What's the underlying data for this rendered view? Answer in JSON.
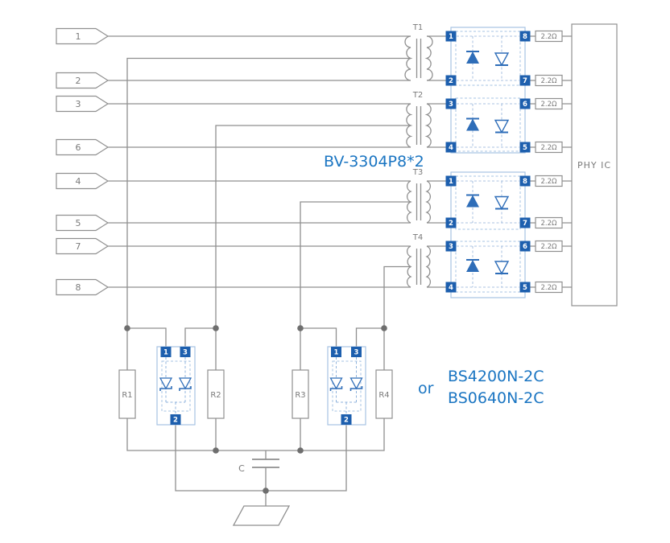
{
  "labels": {
    "bv_part": "BV-3304P8*2",
    "or": "or",
    "bs_part_line1": "BS4200N-2C",
    "bs_part_line2": "BS0640N-2C",
    "phy": "PHY IC",
    "capacitor": "C"
  },
  "connectors": [
    {
      "label": "1"
    },
    {
      "label": "2"
    },
    {
      "label": "3"
    },
    {
      "label": "6"
    },
    {
      "label": "4"
    },
    {
      "label": "5"
    },
    {
      "label": "7"
    },
    {
      "label": "8"
    }
  ],
  "transformers": [
    {
      "label": "T1"
    },
    {
      "label": "T2"
    },
    {
      "label": "T3"
    },
    {
      "label": "T4"
    }
  ],
  "package1": {
    "pins_left": [
      "1",
      "2",
      "3",
      "4"
    ],
    "pins_right": [
      "8",
      "7",
      "6",
      "5"
    ]
  },
  "package2": {
    "pins_left": [
      "1",
      "2",
      "3",
      "4"
    ],
    "pins_right": [
      "8",
      "7",
      "6",
      "5"
    ]
  },
  "series_resistors": [
    {
      "value": "2.2Ω"
    },
    {
      "value": "2.2Ω"
    },
    {
      "value": "2.2Ω"
    },
    {
      "value": "2.2Ω"
    },
    {
      "value": "2.2Ω"
    },
    {
      "value": "2.2Ω"
    },
    {
      "value": "2.2Ω"
    },
    {
      "value": "2.2Ω"
    }
  ],
  "shunt_resistors": [
    {
      "label": "R1"
    },
    {
      "label": "R2"
    },
    {
      "label": "R3"
    },
    {
      "label": "R4"
    }
  ],
  "tvs1": {
    "pin_top_left": "1",
    "pin_top_right": "3",
    "pin_bottom": "2"
  },
  "tvs2": {
    "pin_top_left": "1",
    "pin_top_right": "3",
    "pin_bottom": "2"
  },
  "colors": {
    "wire": "#8f8f8f",
    "blue_outline": "#2e6db8",
    "package_outline": "#a6c3e3",
    "pin_fill": "#1d5fae",
    "text_blue": "#1a75c2",
    "text_gray": "#7a7a7a"
  }
}
